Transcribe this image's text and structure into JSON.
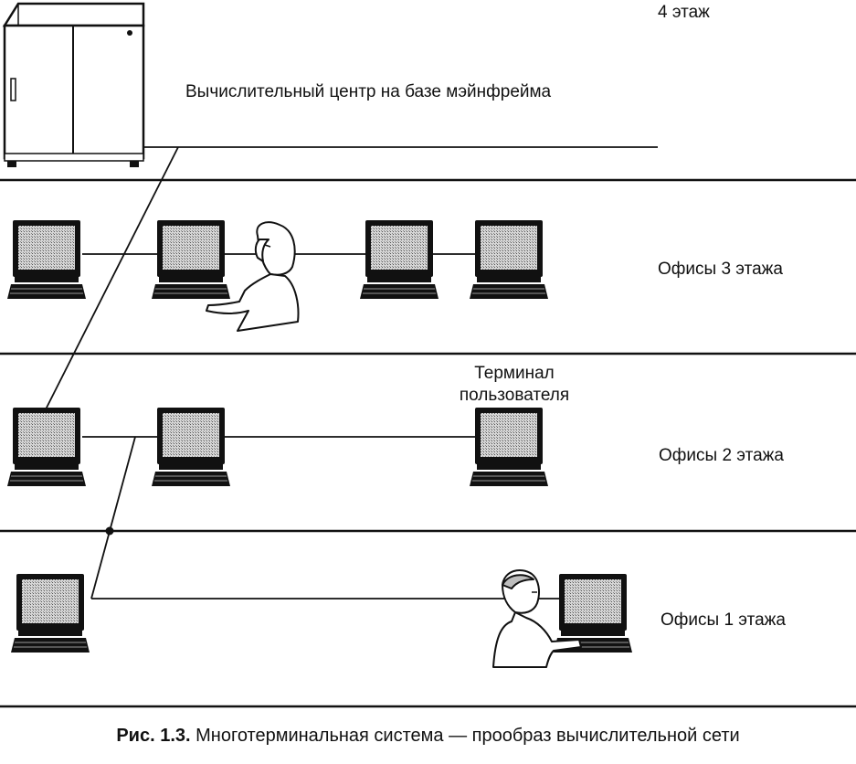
{
  "labels": {
    "floor4": "4 этаж",
    "mainframe_center": "Вычислительный центр на базе мэйнфрейма",
    "floor3": "Офисы 3 этажа",
    "user_terminal_line1": "Терминал",
    "user_terminal_line2": "пользователя",
    "floor2": "Офисы 2 этажа",
    "floor1": "Офисы 1 этажа"
  },
  "caption": {
    "prefix": "Рис. 1.3.",
    "text": "Многотерминальная система — прообраз вычислительной сети"
  },
  "icons": [
    "mainframe-icon",
    "terminal-icon",
    "user-icon"
  ],
  "colors": {
    "ink": "#111111",
    "screen": "#bdbdbd",
    "paper": "#ffffff"
  }
}
